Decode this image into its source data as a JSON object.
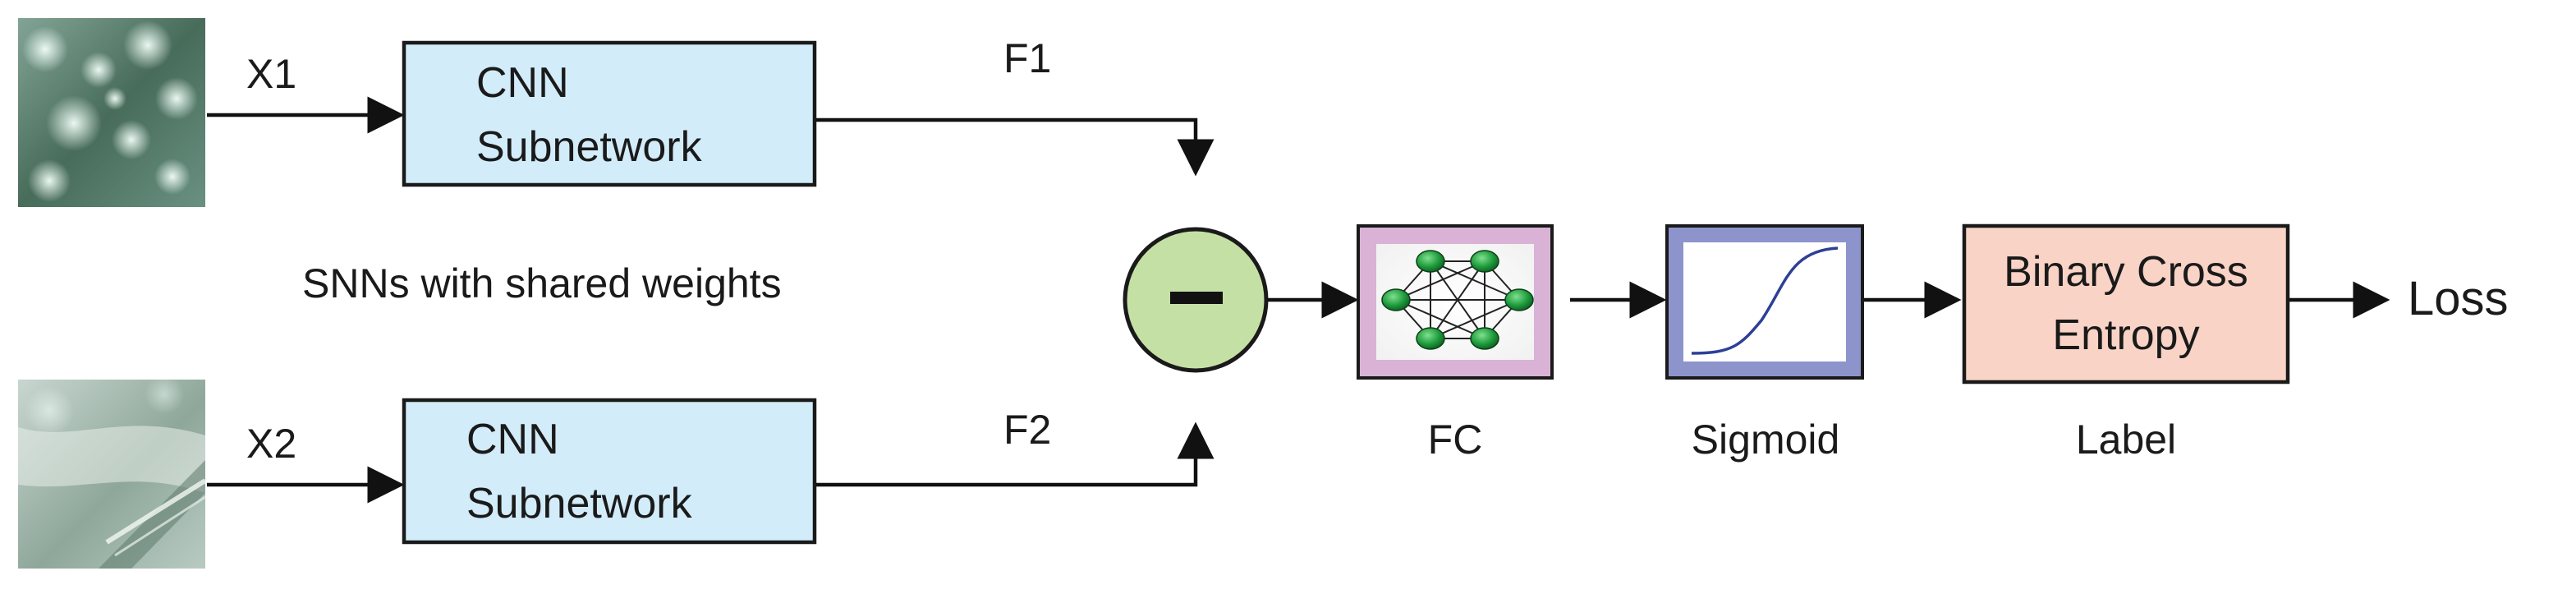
{
  "inputs": {
    "top": {
      "label": "X1",
      "icon": "water-image-thumbnail"
    },
    "bottom": {
      "label": "X2",
      "icon": "water-image-thumbnail"
    }
  },
  "subnetworks": {
    "top": {
      "line1": "CNN",
      "line2": "Subnetwork"
    },
    "bottom": {
      "line1": "CNN",
      "line2": "Subnetwork"
    }
  },
  "features": {
    "top": "F1",
    "bottom": "F2"
  },
  "shared_weights_note": "SNNs with shared weights",
  "difference_node": {
    "symbol": "−",
    "icon": "minus-icon"
  },
  "fc": {
    "label": "FC",
    "icon": "neural-network-icon"
  },
  "sigmoid": {
    "label": "Sigmoid",
    "icon": "sigmoid-curve-icon"
  },
  "loss_block": {
    "line1": "Binary Cross",
    "line2": "Entropy",
    "label": "Label"
  },
  "output": {
    "label": "Loss"
  },
  "colors": {
    "cnn_fill": "#d2ecf9",
    "circle_fill": "#c5e0a5",
    "fc_frame": "#d9b2d6",
    "sigmoid_frame": "#8d94cc",
    "sigmoid_curve": "#2e3f96",
    "loss_fill": "#f9d3c6",
    "node_green": "#1d9a3b"
  }
}
